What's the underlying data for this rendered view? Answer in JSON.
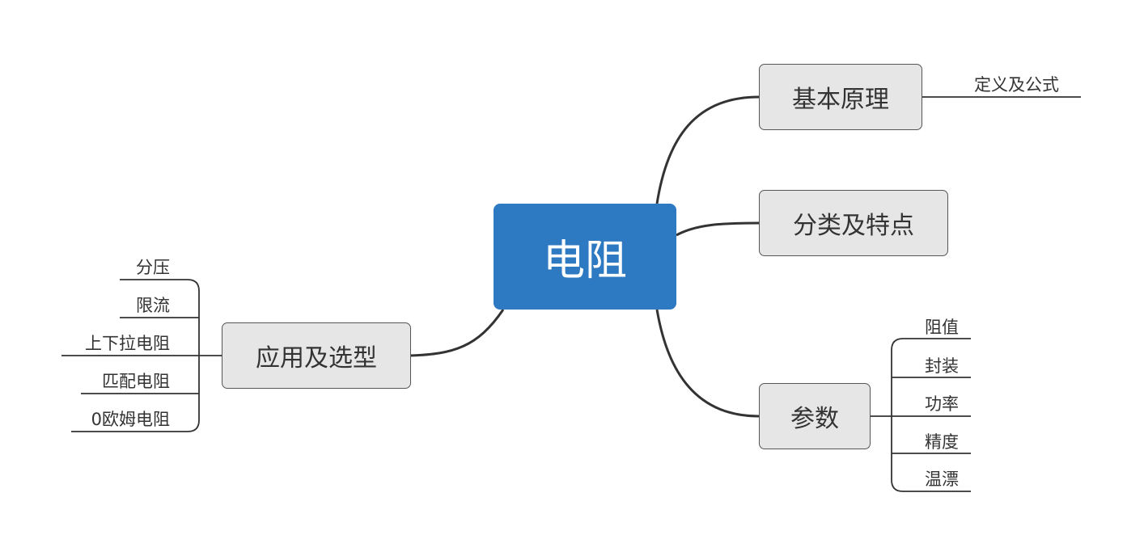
{
  "central": {
    "label": "电阻",
    "color": "#2d79c2"
  },
  "main": {
    "basic": {
      "label": "基本原理",
      "children": [
        "定义及公式"
      ]
    },
    "classify": {
      "label": "分类及特点",
      "children": []
    },
    "params": {
      "label": "参数",
      "children": [
        "阻值",
        "封装",
        "功率",
        "精度",
        "温漂"
      ]
    },
    "apps": {
      "label": "应用及选型",
      "children": [
        "分压",
        "限流",
        "上下拉电阻",
        "匹配电阻",
        "0欧姆电阻"
      ]
    }
  },
  "colors": {
    "main_fill": "#e6e6e6",
    "main_border": "#555555",
    "connector": "#333333"
  }
}
